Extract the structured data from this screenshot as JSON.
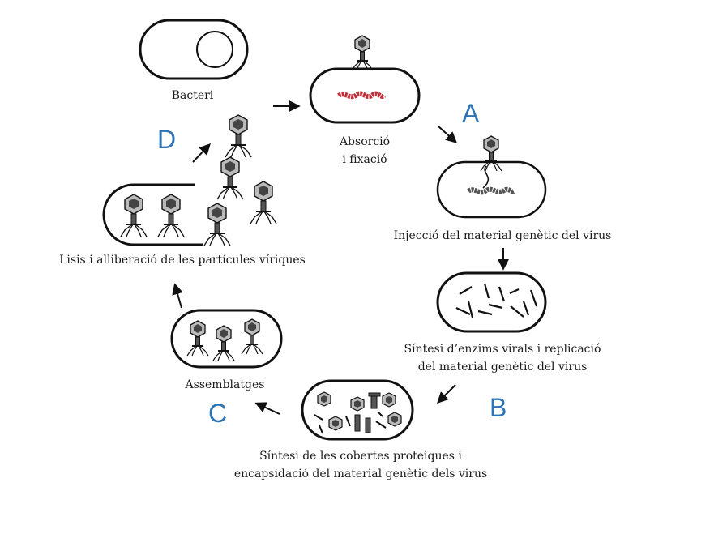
{
  "labels": {
    "bacteria": "Bacteri",
    "absorption_line1": "Absorció",
    "absorption_line2": "i fixació",
    "injection": "Injecció del material genètic del virus",
    "synthesis_line1": "Síntesi d’enzims virals i replicació",
    "synthesis_line2": "del material genètic del virus",
    "capsid_line1": "Síntesi de les cobertes proteiques i",
    "capsid_line2": "encapsidació del material genètic dels virus",
    "assembly": "Assemblatges",
    "lysis": "Lisis i alliberació de les partícules víriques"
  },
  "letters": {
    "a": "A",
    "b": "B",
    "c": "C",
    "d": "D"
  },
  "colors": {
    "letter": "#2e74b5",
    "dna": "#c0303a",
    "outline": "#111111"
  }
}
